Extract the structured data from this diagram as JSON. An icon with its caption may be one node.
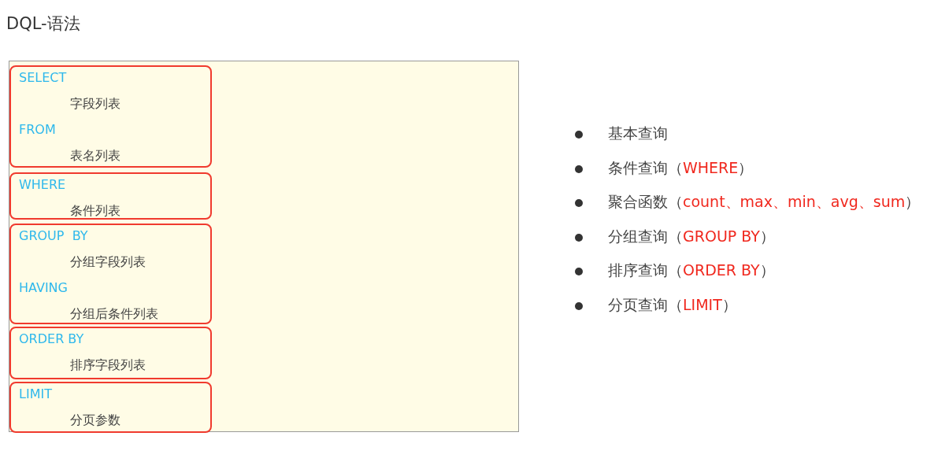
{
  "diagram": {
    "title": "DQL-语法",
    "nodes": [
      {
        "text": [],
        "shape": "box"
      },
      {
        "text": [
          "SELECT",
          "字段列表",
          "FROM",
          "表名列表"
        ],
        "in": 0
      },
      {
        "text": [
          "WHERE",
          "条件列表"
        ],
        "in": 0
      },
      {
        "text": [
          "GROUP  BY",
          "分组字段列表",
          "HAVING",
          "分组后条件列表"
        ],
        "in": 0
      },
      {
        "text": [
          "ORDER BY",
          "排序字段列表"
        ],
        "in": 0
      },
      {
        "text": [
          "LIMIT",
          "分页参数"
        ],
        "in": 0
      }
    ],
    "labels": [
      "基本查询",
      "条件查询（WHERE）",
      "聚合函数（count、max、min、avg、sum）",
      "分组查询（GROUP BY）",
      "排序查询（ORDER BY）",
      "分页查询（LIMIT）"
    ]
  }
}
